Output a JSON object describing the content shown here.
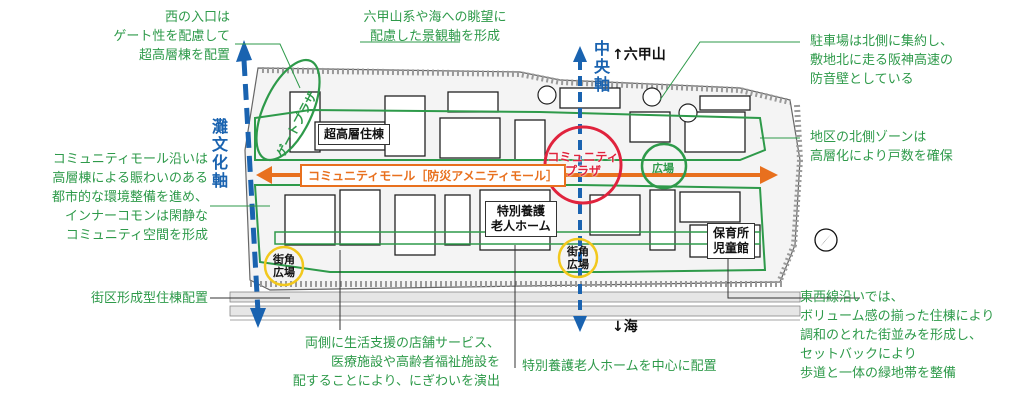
{
  "annotations": {
    "west_entrance": "西の入口は\nゲート性を配慮して\n超高層棟を配置",
    "view_axis": "六甲山系や海への眺望に\n配慮した景観軸を形成",
    "parking": "駐車場は北側に集約し、\n敷地北に走る阪神高速の\n防音壁としている",
    "north_zone": "地区の北側ゾーンは\n高層化により戸数を確保",
    "community_mall": "コミュニティモール沿いは\n高層棟による賑わいのある\n都市的な環境整備を進め、\nインナーコモンは閑静な\nコミュニティ空間を形成",
    "block_type": "街区形成型住棟配置",
    "both_sides": "両側に生活支援の店舗サービス、\n医療施設や高齢者福祉施設を\n配することにより、にぎわいを演出",
    "nursing_center": "特別養護老人ホームを中心に配置",
    "east_west": "東西線沿いでは、\nボリューム感の揃った住棟により\n調和のとれた街並みを形成し、\nセットバックにより\n歩道と一体の緑地帯を整備"
  },
  "map_labels": {
    "super_high_rise": "超高層住棟",
    "nursing_home": "特別養護\n老人ホーム",
    "nursery": "保育所\n児童館",
    "community_mall": "コミュニティモール［防災アメニティモール］",
    "community_plaza": "コミュニティ\nプラザ",
    "plaza": "広場",
    "corner_plaza_left": "街角\n広場",
    "corner_plaza_center": "街角\n広場",
    "gate_plaza": "ゲートプラザ",
    "nada_axis": "灘文化軸",
    "central_axis": "中央軸",
    "rokko": "↑六甲山",
    "sea": "↓海"
  },
  "colors": {
    "green": "#2e9a4a",
    "blue": "#1a63b0",
    "orange": "#e8701e",
    "red": "#e0233d",
    "yellow": "#f2c81d"
  },
  "icons": {
    "compass": "north-arrow-icon"
  }
}
